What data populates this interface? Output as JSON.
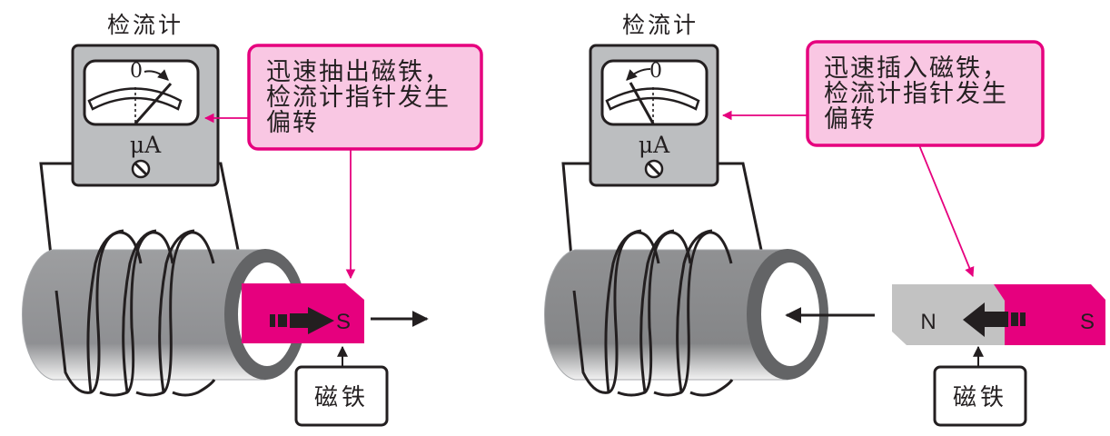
{
  "colors": {
    "magenta": "#e6007e",
    "callout_fill": "#f9c7e3",
    "meter_gray": "#bcbec0",
    "coil_gray": "#939598",
    "coil_rim": "#636466",
    "magnet_gray": "#c2c2c2",
    "ink": "#231f20"
  },
  "panels": [
    {
      "id": "extract",
      "galvanometer": {
        "title": "检流计",
        "zero_label": "0",
        "unit_label": "μA",
        "needle_direction": "right"
      },
      "callout": {
        "lines": [
          "迅速抽出磁铁，",
          "检流计指针发生",
          "偏转"
        ]
      },
      "magnet": {
        "label": "磁铁",
        "visible_poles": [
          "S"
        ],
        "motion": "out-of-coil (right)"
      }
    },
    {
      "id": "insert",
      "galvanometer": {
        "title": "检流计",
        "zero_label": "0",
        "unit_label": "μA",
        "needle_direction": "left"
      },
      "callout": {
        "lines": [
          "迅速插入磁铁，",
          "检流计指针发生",
          "偏转"
        ]
      },
      "magnet": {
        "label": "磁铁",
        "visible_poles": [
          "N",
          "S"
        ],
        "motion": "into-coil (left)"
      }
    }
  ]
}
